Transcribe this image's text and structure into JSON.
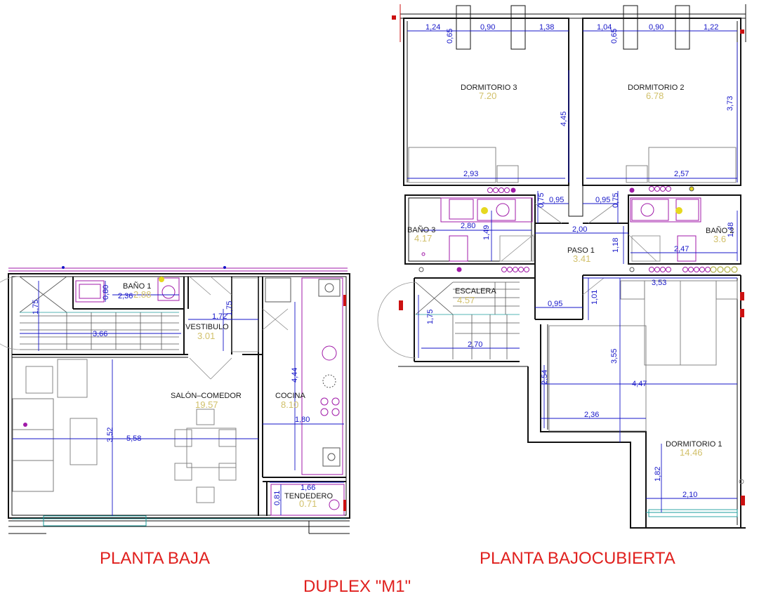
{
  "captions": {
    "ground_floor": "PLANTA BAJA",
    "attic_floor": "PLANTA BAJOCUBIERTA",
    "title": "DUPLEX \"M1\""
  },
  "colors": {
    "wall": "#111111",
    "dimension": "#1515c8",
    "area": "#d1c06a",
    "fixture": "#a01aa8",
    "caption": "#e0201e",
    "furniture": "#7a7a7a",
    "marker": "#cc1111"
  },
  "ground_floor": {
    "rooms": {
      "bano1": {
        "name": "BAÑO 1",
        "area": "2.88"
      },
      "vestibulo": {
        "name": "VESTIBULO",
        "area": "3.01"
      },
      "salon": {
        "name": "SALÓN–COMEDOR",
        "area": "19.57"
      },
      "cocina": {
        "name": "COCINA",
        "area": "8.10"
      },
      "tendedero": {
        "name": "TENDEDERO",
        "area": "0.71"
      }
    },
    "dims": {
      "d080": "0,80",
      "d236": "2,36",
      "d175a": "1,75",
      "d366": "3,66",
      "d172": "1,72",
      "d175b": "1,75",
      "d444": "4,44",
      "d352": "3,52",
      "d558": "5,58",
      "d180": "1,80",
      "d166": "1,66",
      "d081": "0,81"
    }
  },
  "attic_floor": {
    "rooms": {
      "dorm3": {
        "name": "DORMITORIO 3",
        "area": "7.20"
      },
      "dorm2": {
        "name": "DORMITORIO 2",
        "area": "6.78"
      },
      "bano3": {
        "name": "BAÑO 3",
        "area": "4.17"
      },
      "bano2": {
        "name": "BAÑO 2",
        "area": "3.6"
      },
      "paso1": {
        "name": "PASO 1",
        "area": "3.41"
      },
      "escalera": {
        "name": "ESCALERA",
        "area": "4.57"
      },
      "dorm1": {
        "name": "DORMITORIO 1",
        "area": "14.46"
      }
    },
    "dims": {
      "d124": "1,24",
      "d065a": "0,65",
      "d090a": "0,90",
      "d138": "1,38",
      "d104": "1,04",
      "d065b": "0,65",
      "d090b": "0,90",
      "d122": "1,22",
      "d445": "4,45",
      "d373": "3,73",
      "d293": "2,93",
      "d257": "2,57",
      "d075a": "0,75",
      "d095a": "0,95",
      "d095b": "0,95",
      "d075b": "0,75",
      "d280": "2,80",
      "d149": "1,49",
      "d200": "2,00",
      "d118": "1,18",
      "d247": "2,47",
      "d148": "1,48",
      "d353": "3,53",
      "d101": "1,01",
      "d095c": "0,95",
      "d175": "1,75",
      "d270": "2,70",
      "d355": "3,55",
      "d254": "2,54",
      "d447": "4,47",
      "d236": "2,36",
      "d182": "1,82",
      "d210": "2,10"
    }
  }
}
